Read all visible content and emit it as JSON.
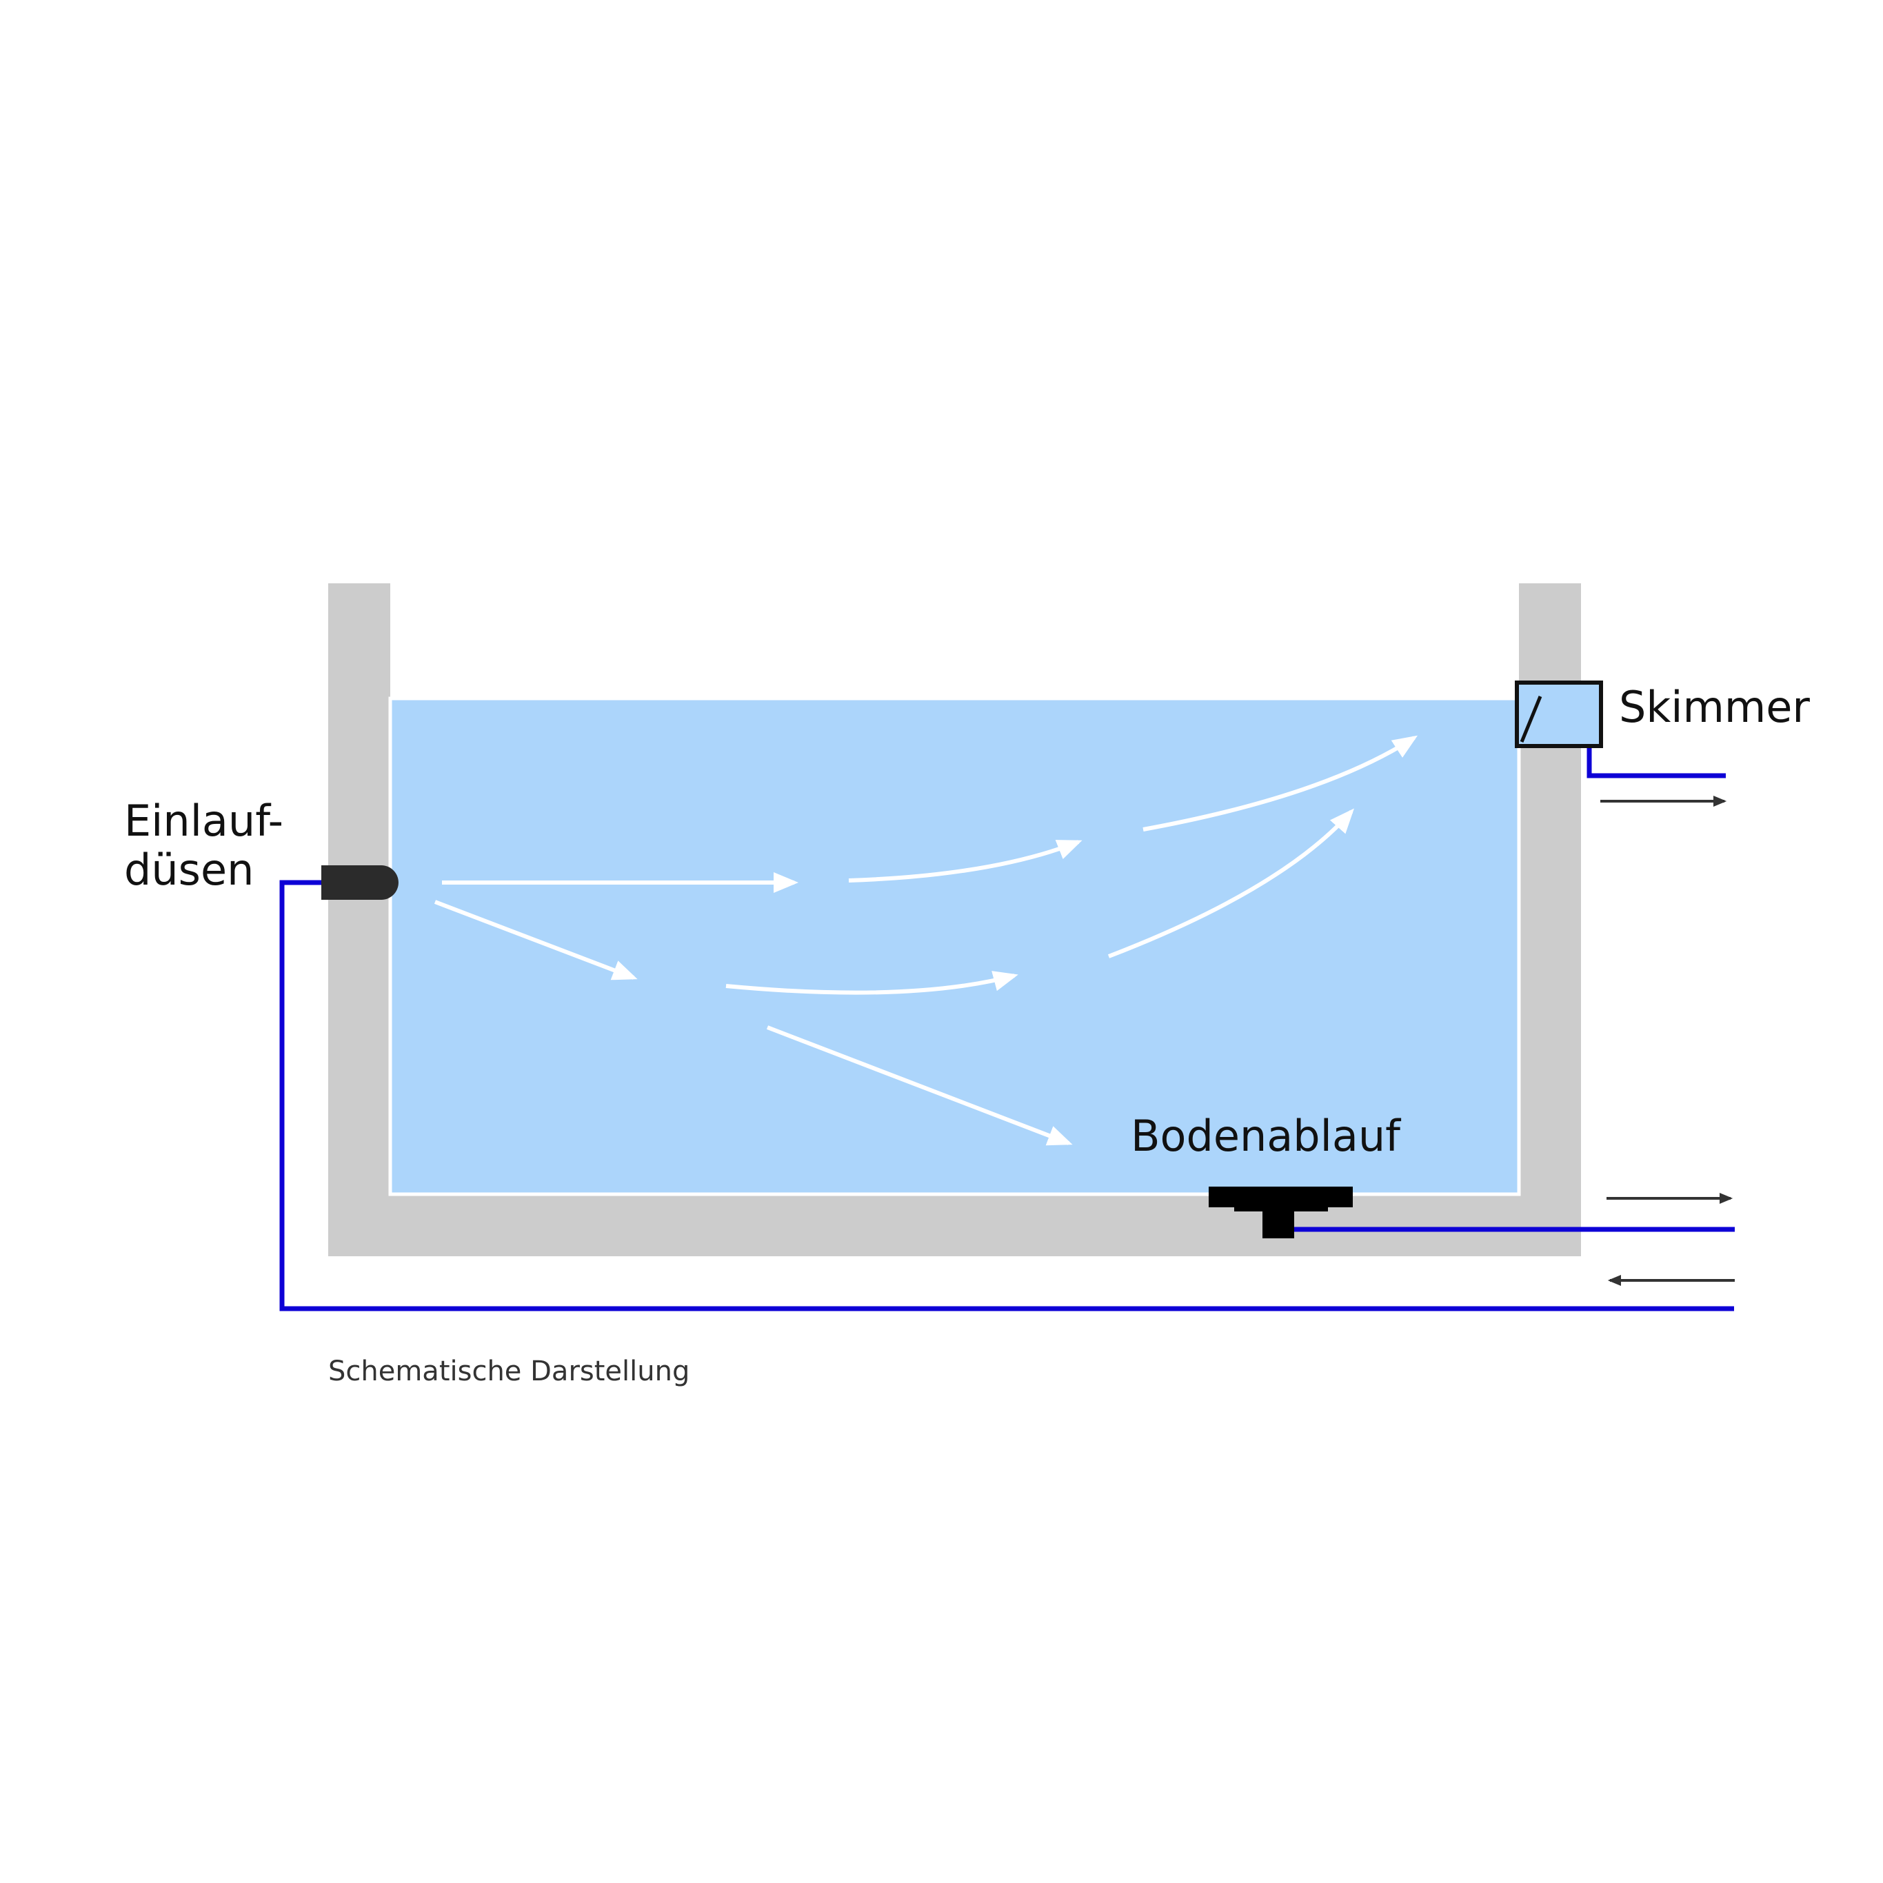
{
  "labels": {
    "inlet_line1": "Einlauf-",
    "inlet_line2": "düsen",
    "skimmer": "Skimmer",
    "bottom_drain": "Bodenablauf",
    "caption": "Schematische Darstellung"
  },
  "colors": {
    "background": "#ffffff",
    "wall": "#cccccc",
    "water": "#acd5fb",
    "water_edge": "#ffffff",
    "pipe": "#0d00d6",
    "flow_arrow": "#ffffff",
    "direction_arrow": "#333333",
    "fixture": "#000000",
    "nozzle": "#2b2b2b"
  },
  "icons": [
    "nozzle-icon",
    "skimmer-icon",
    "bottom-drain-icon",
    "flow-arrow-icon",
    "direction-arrow-icon"
  ]
}
